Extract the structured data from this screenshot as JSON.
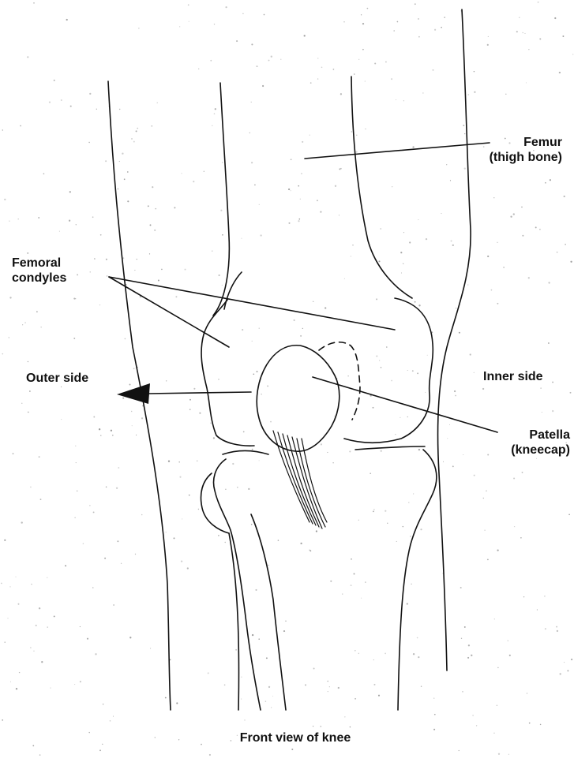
{
  "labels": {
    "femur": "Femur",
    "femur_sub": "(thigh bone)",
    "condyles_line1": "Femoral",
    "condyles_line2": "condyles",
    "outer_side": "Outer side",
    "inner_side": "Inner side",
    "patella": "Patella",
    "patella_sub": "(kneecap)",
    "caption": "Front view of knee"
  },
  "colors": {
    "ink": "#111111",
    "background": "#ffffff",
    "speckle": "#8a8a8a"
  }
}
